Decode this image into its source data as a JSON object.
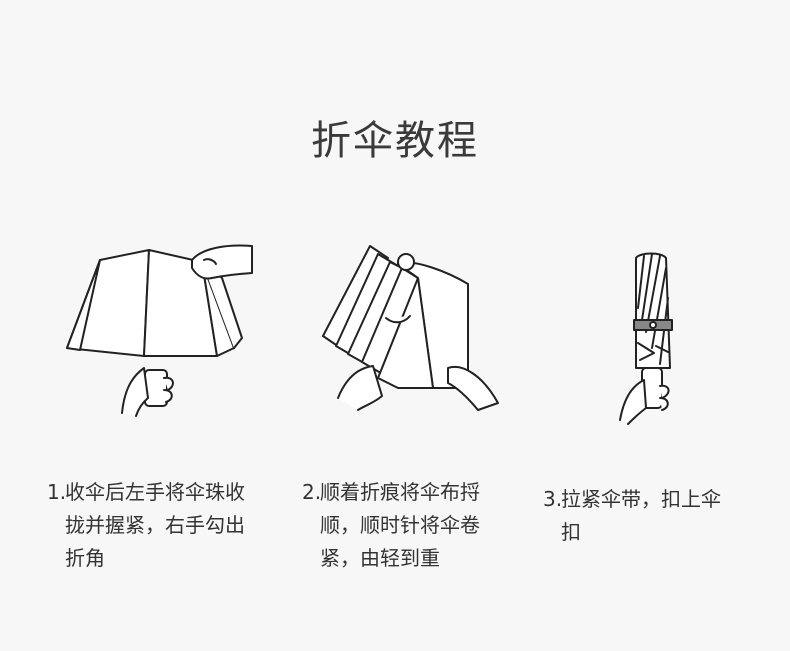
{
  "title": "折伞教程",
  "steps": [
    {
      "num": "1.",
      "lines": [
        "收伞后左手将伞珠收",
        "拢并握紧，右手勾出",
        "折角"
      ]
    },
    {
      "num": "2.",
      "lines": [
        "顺着折痕将伞布捋",
        "顺，顺时针将伞卷",
        "紧，由轻到重"
      ]
    },
    {
      "num": "3.",
      "lines": [
        "拉紧伞带，扣上伞",
        "扣"
      ]
    }
  ],
  "icons": [
    "umbrella-open-hands-icon",
    "umbrella-fold-hands-icon",
    "umbrella-closed-strap-icon"
  ]
}
